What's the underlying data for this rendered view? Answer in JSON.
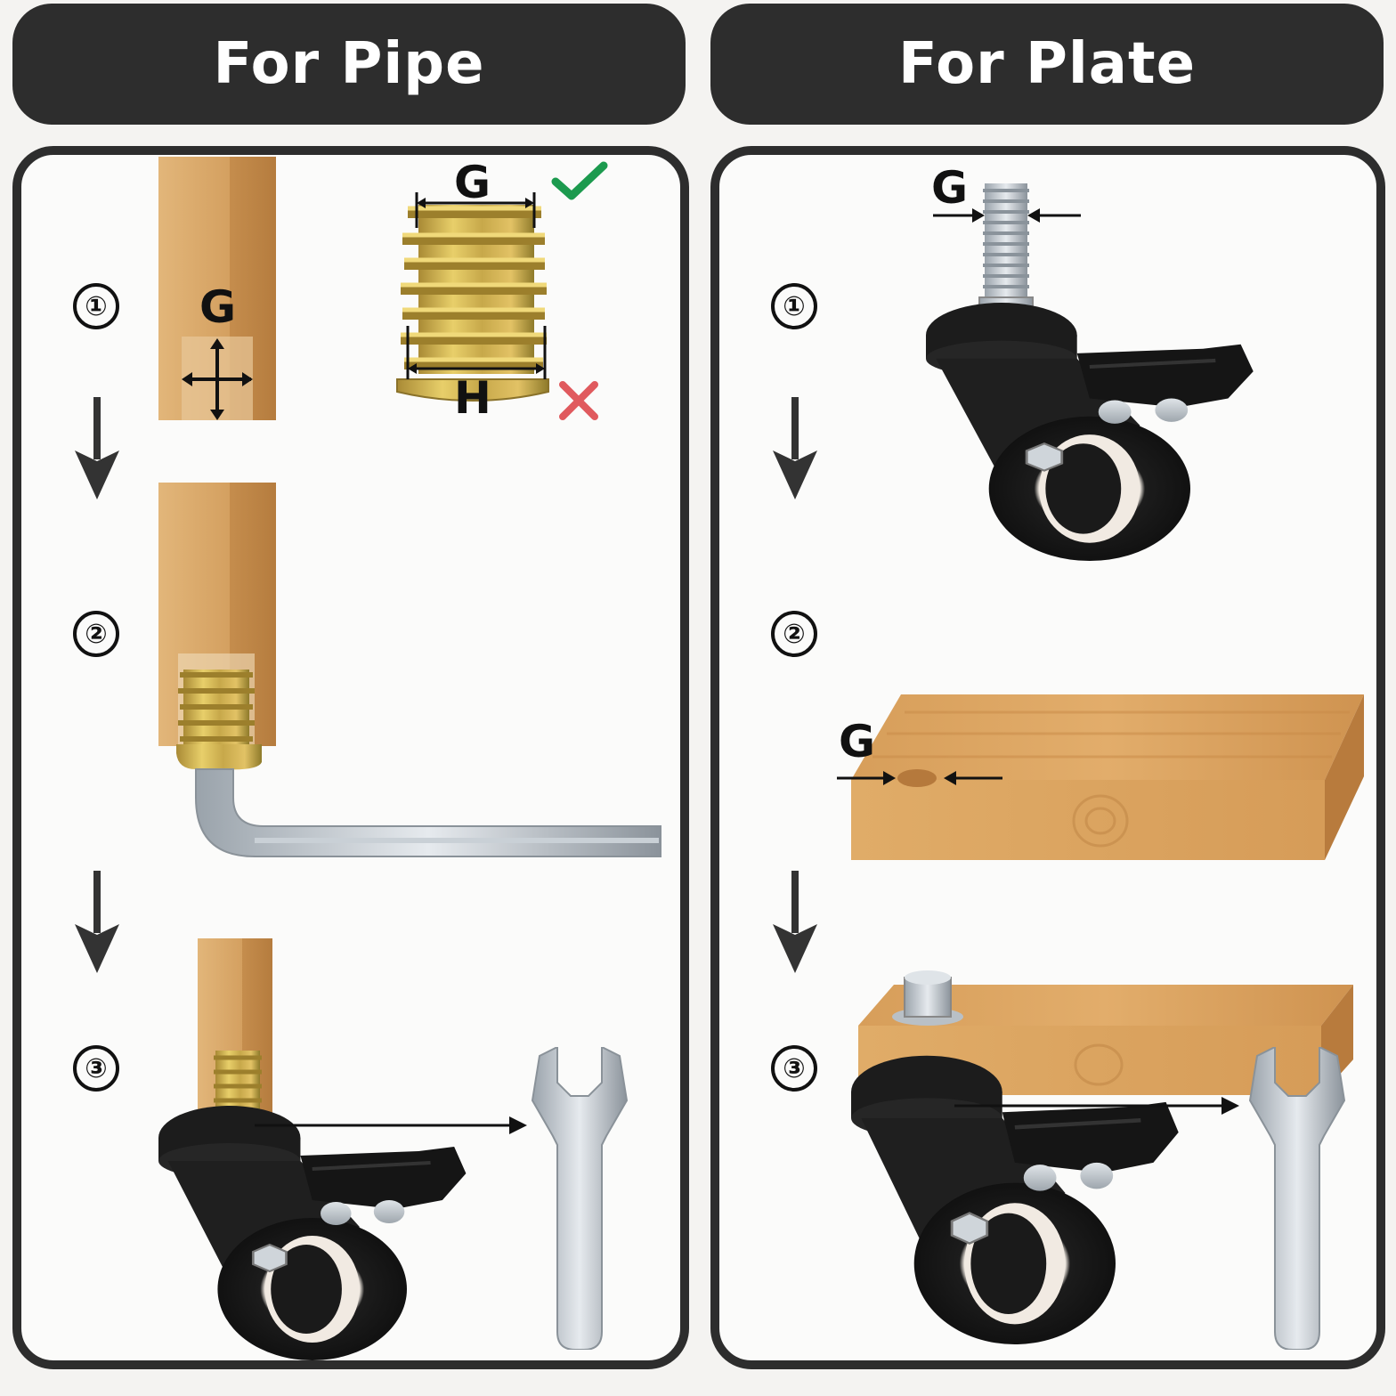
{
  "headers": {
    "pipe": "For Pipe",
    "plate": "For Plate"
  },
  "steps": [
    "①",
    "②",
    "③"
  ],
  "dimension_labels": {
    "pipe_g": "G",
    "insert_g": "G",
    "insert_h": "H",
    "stem_g": "G",
    "hole_g": "G"
  },
  "marks": {
    "correct": "check-icon",
    "wrong": "cross-icon"
  },
  "colors": {
    "header_bg": "#2d2d2d",
    "panel_border": "#2d2d2d",
    "wood": "#d9a866",
    "caster_black": "#1c1c1c",
    "check_green": "#1c9a4e",
    "cross_red": "#e05a5e"
  }
}
